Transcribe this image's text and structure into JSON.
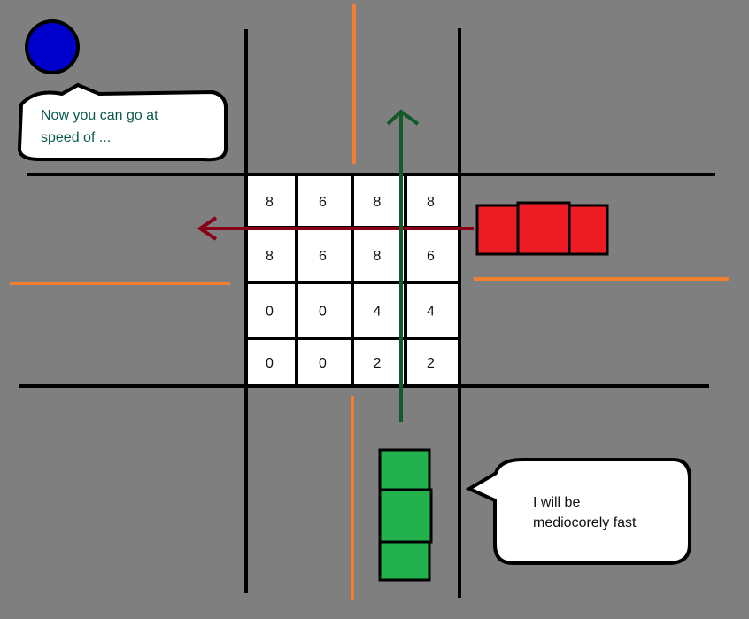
{
  "colors": {
    "background": "#7f7f7f",
    "road_line": "#000000",
    "lane_marker": "#f08030",
    "red_car": "#ed1c24",
    "green_car": "#22b14c",
    "green_arrow": "#145a28",
    "red_arrow": "#880015",
    "traffic_light": "#0000cc",
    "bubble1_text": "#0b5a50",
    "bubble2_text": "#111111"
  },
  "grid": {
    "rows": [
      [
        "8",
        "6",
        "8",
        "8"
      ],
      [
        "8",
        "6",
        "8",
        "6"
      ],
      [
        "0",
        "0",
        "4",
        "4"
      ],
      [
        "0",
        "0",
        "2",
        "2"
      ]
    ]
  },
  "bubble_top": {
    "line1": "Now you can go at",
    "line2": "speed of  ..."
  },
  "bubble_bottom": {
    "line1": "I will be",
    "line2": "mediocorely fast"
  }
}
